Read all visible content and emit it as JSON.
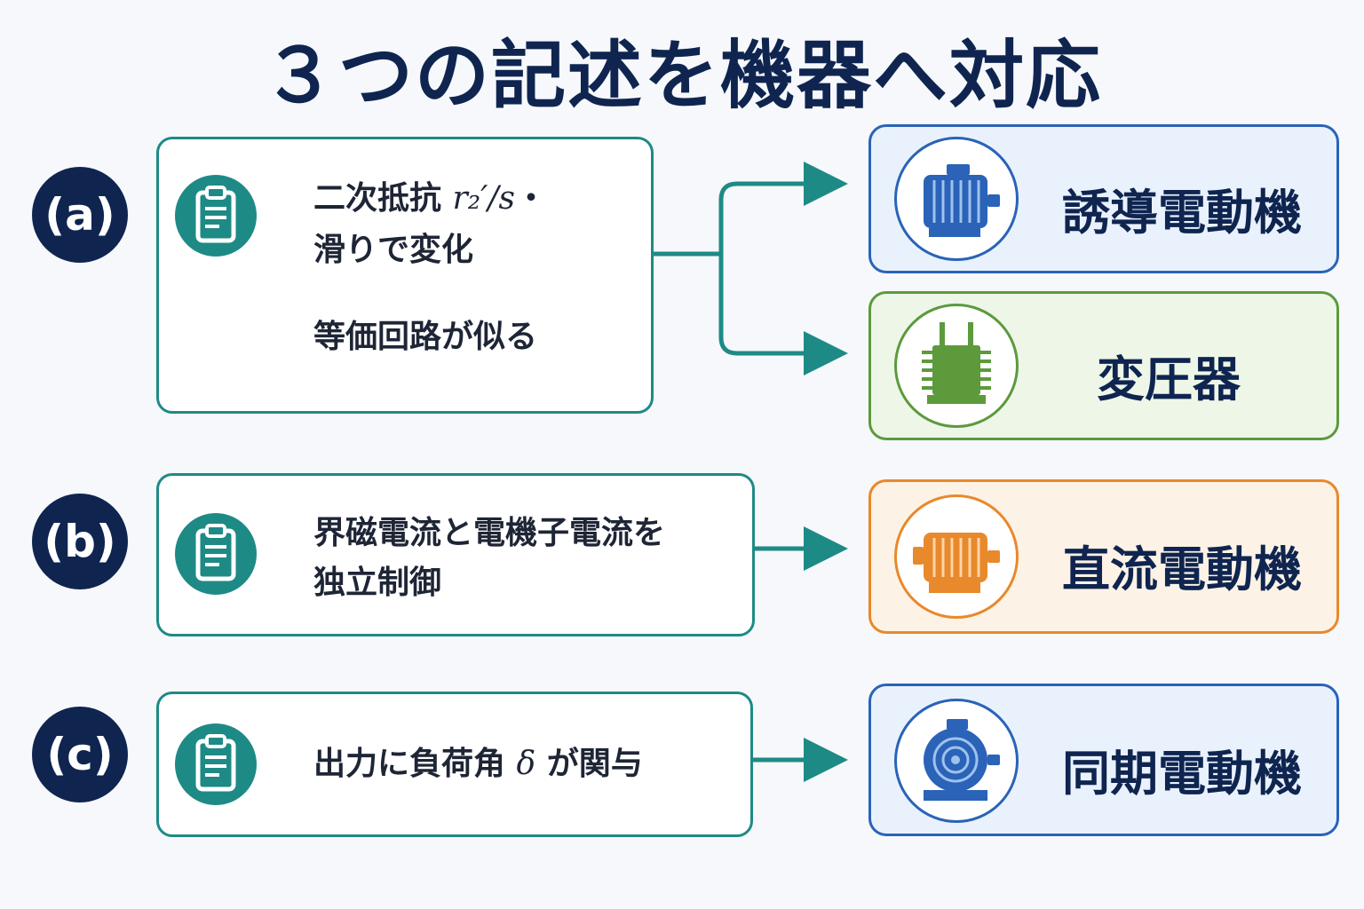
{
  "title": "３つの記述を機器へ対応",
  "rows": [
    {
      "badge": "(a)",
      "lines": [
        "二次抵抗 ",
        "滑りで変化",
        "等価回路が似る"
      ],
      "formula": "r₂′/s",
      "dot": "・"
    },
    {
      "badge": "(b)",
      "lines": [
        "界磁電流と電機子電流を",
        "独立制御"
      ]
    },
    {
      "badge": "(c)",
      "text_before": "出力に負荷角 ",
      "symbol": "δ",
      "text_after": " が関与"
    }
  ],
  "machines": [
    {
      "label": "誘導電動機",
      "icon": "induction-motor-icon",
      "color": "#2a63b8",
      "bg": "#e9f2fc"
    },
    {
      "label": "変圧器",
      "icon": "transformer-icon",
      "color": "#5c9a3c",
      "bg": "#eef6e8"
    },
    {
      "label": "直流電動機",
      "icon": "dc-motor-icon",
      "color": "#e8892c",
      "bg": "#fdf2e6"
    },
    {
      "label": "同期電動機",
      "icon": "synchronous-motor-icon",
      "color": "#2a63b8",
      "bg": "#e9f2fc"
    }
  ],
  "colors": {
    "navy": "#0f2550",
    "teal": "#1e8a86"
  }
}
